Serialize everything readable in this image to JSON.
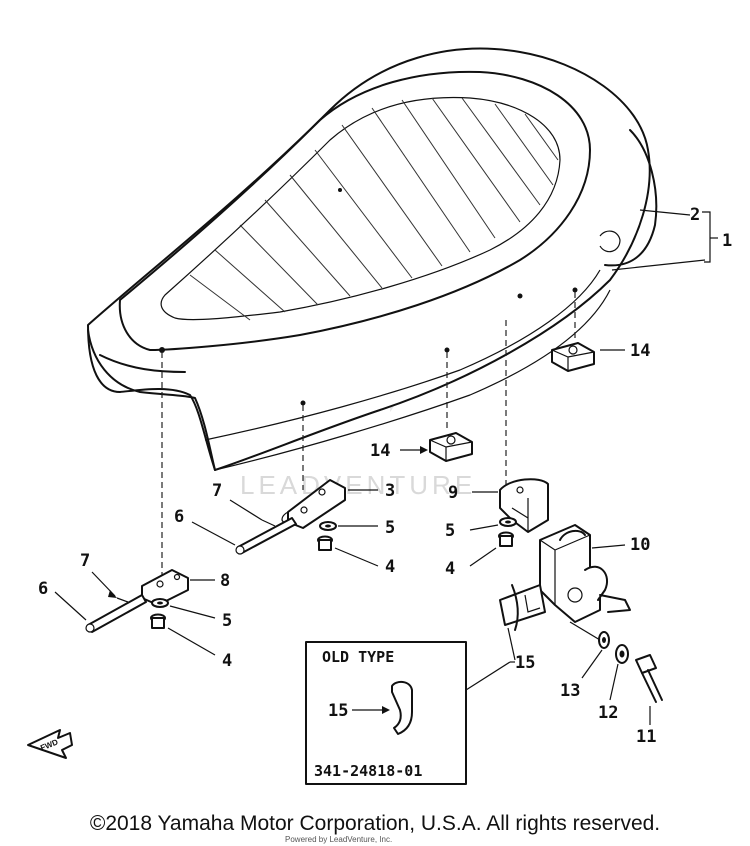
{
  "labels": {
    "p1": "1",
    "p2": "2",
    "p3": "3",
    "p4a": "4",
    "p4b": "4",
    "p4c": "4",
    "p5a": "5",
    "p5b": "5",
    "p5c": "5",
    "p6a": "6",
    "p6b": "6",
    "p7a": "7",
    "p7b": "7",
    "p8": "8",
    "p9": "9",
    "p10": "10",
    "p11": "11",
    "p12": "12",
    "p13": "13",
    "p14a": "14",
    "p14b": "14",
    "p15a": "15",
    "p15b": "15"
  },
  "old_type": {
    "title": "OLD TYPE",
    "part_number": "341-24818-01"
  },
  "arrow_label": "FWD",
  "watermark": "LEADVENTURE",
  "copyright": "©2018 Yamaha Motor Corporation, U.S.A. All rights reserved.",
  "small_credit": "Powered by LeadVenture, Inc."
}
